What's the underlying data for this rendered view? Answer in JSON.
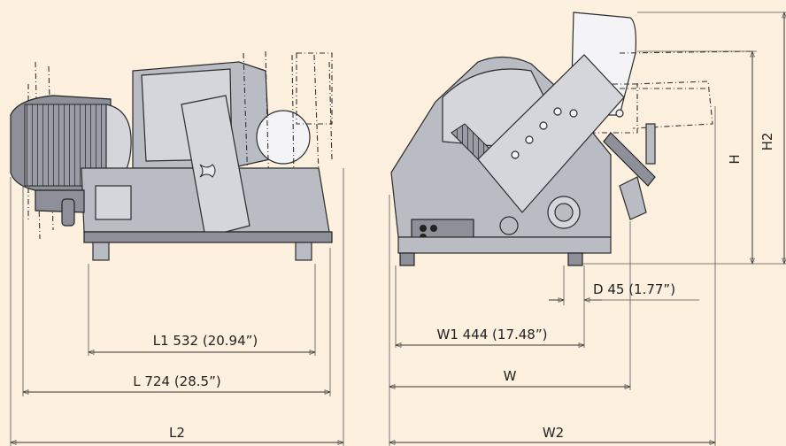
{
  "dimensions": {
    "l1": "L1 532 (20.94”)",
    "l": "L 724 (28.5”)",
    "l2": "L2",
    "w1": "W1 444 (17.48”)",
    "w": "W",
    "w2": "W2",
    "d": "D 45 (1.77”)",
    "h": "H",
    "h2": "H2"
  },
  "colors": {
    "background": "#fdf0df",
    "machine": "#b9bcc3"
  }
}
